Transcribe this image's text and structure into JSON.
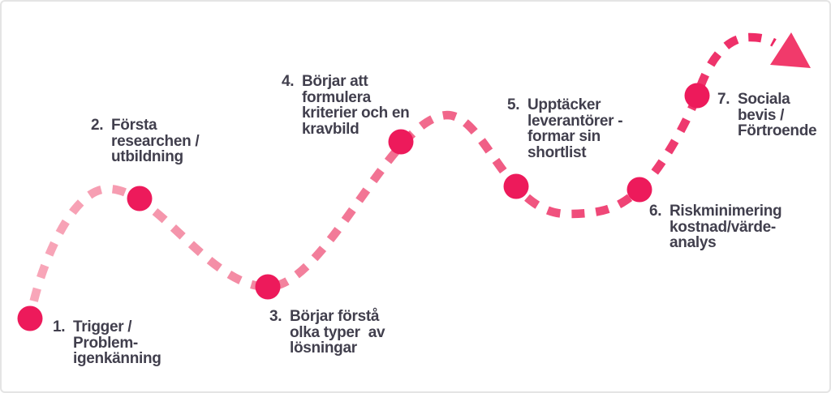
{
  "diagram": {
    "steps": [
      {
        "number": "1.",
        "text": "Trigger /\nProblem-\nigenkänning"
      },
      {
        "number": "2.",
        "text": "Första\nresearchen /\nutbildning"
      },
      {
        "number": "3.",
        "text": "Börjar förstå\nolka typer  av\nlösningar"
      },
      {
        "number": "4.",
        "text": "Börjar att\nformulera\nkriterier och en\nkravbild"
      },
      {
        "number": "5.",
        "text": "Upptäcker\nleverantörer -\nformar sin\nshortlist"
      },
      {
        "number": "6.",
        "text": "Riskminimering\nkostnad/värde-\nanalys"
      },
      {
        "number": "7.",
        "text": "Sociala\nbevis /\nFörtroende"
      }
    ],
    "colors": {
      "dot": "#ED1A5B",
      "arrow": "#F13A6B",
      "path_start": "#F8A8BA",
      "path_mid1": "#F492A9",
      "path_mid2": "#F16C8E",
      "path_mid3": "#EF4576",
      "path_end": "#ED2260",
      "text": "#413F4D",
      "border": "#E4E4E4",
      "background": "#FFFFFF"
    }
  }
}
